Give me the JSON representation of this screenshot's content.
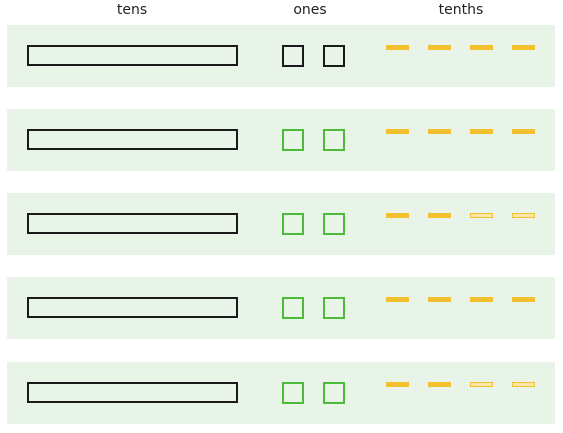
{
  "columns": {
    "tens_label": "tens",
    "ones_label": "ones",
    "tenths_label": "tenths"
  },
  "colors": {
    "row_background": "#e8f4e8",
    "tens_border": "#1a1a1a",
    "one_active_border": "#1a1a1a",
    "one_muted_border": "#4dbb3a",
    "tenth_filled": "#f5c02e",
    "tenth_outline": "#f5c02e",
    "tenth_outline_fill": "#fbe7a8"
  },
  "rows": [
    {
      "tens": 1,
      "ones": [
        "active",
        "active"
      ],
      "tenths": [
        "filled",
        "filled",
        "filled",
        "filled"
      ]
    },
    {
      "tens": 1,
      "ones": [
        "muted",
        "muted"
      ],
      "tenths": [
        "filled",
        "filled",
        "filled",
        "filled"
      ]
    },
    {
      "tens": 1,
      "ones": [
        "muted",
        "muted"
      ],
      "tenths": [
        "filled",
        "filled",
        "outline",
        "outline"
      ]
    },
    {
      "tens": 1,
      "ones": [
        "muted",
        "muted"
      ],
      "tenths": [
        "filled",
        "filled",
        "filled",
        "filled"
      ]
    },
    {
      "tens": 1,
      "ones": [
        "muted",
        "muted"
      ],
      "tenths": [
        "filled",
        "filled",
        "outline",
        "outline"
      ]
    }
  ]
}
